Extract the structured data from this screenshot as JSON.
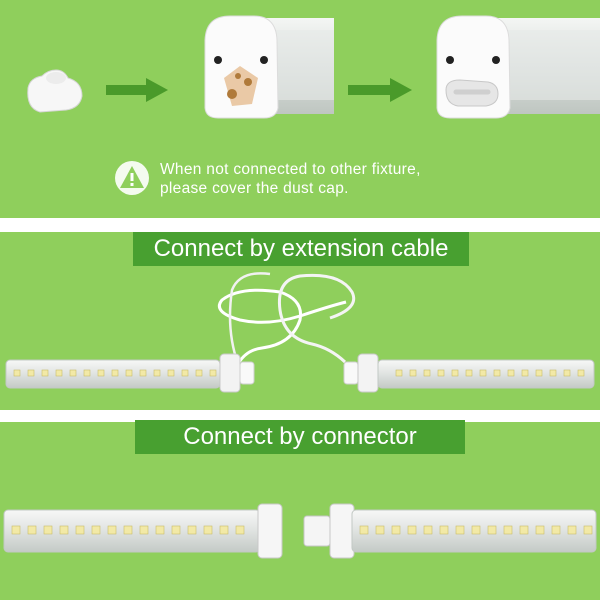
{
  "notice": {
    "line1": "When not connected to other fixture,",
    "line2": "please cover the dust cap."
  },
  "banners": {
    "extension": "Connect by extension cable",
    "connector": "Connect by connector"
  },
  "colors": {
    "panel_green": "#8fcf5c",
    "banner_green": "#48a030",
    "arrow_green": "#4a9a2a"
  }
}
